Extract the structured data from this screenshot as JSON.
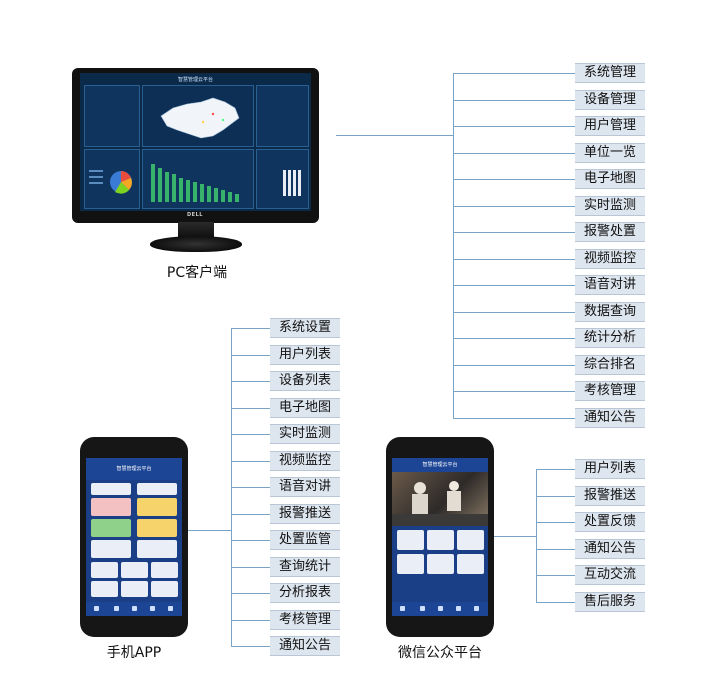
{
  "pc": {
    "caption": "PC客户端",
    "screen_title": "智慧管理云平台",
    "brand": "DELL",
    "items": [
      "系统管理",
      "设备管理",
      "用户管理",
      "单位一览",
      "电子地图",
      "实时监测",
      "报警处置",
      "视频监控",
      "语音对讲",
      "数据查询",
      "统计分析",
      "综合排名",
      "考核管理",
      "通知公告"
    ]
  },
  "app": {
    "caption": "手机APP",
    "header": "智慧管理云平台",
    "items": [
      "系统设置",
      "用户列表",
      "设备列表",
      "电子地图",
      "实时监测",
      "视频监控",
      "语音对讲",
      "报警推送",
      "处置监管",
      "查询统计",
      "分析报表",
      "考核管理",
      "通知公告"
    ]
  },
  "wechat": {
    "caption": "微信公众平台",
    "header": "智慧管理云平台",
    "items": [
      "用户列表",
      "报警推送",
      "处置反馈",
      "通知公告",
      "互动交流",
      "售后服务"
    ]
  },
  "colors": {
    "line": "#7aa3c8",
    "label_bg": "#dde5ee",
    "screen": "#0b2a4a",
    "phone_screen": "#1b3f86"
  }
}
